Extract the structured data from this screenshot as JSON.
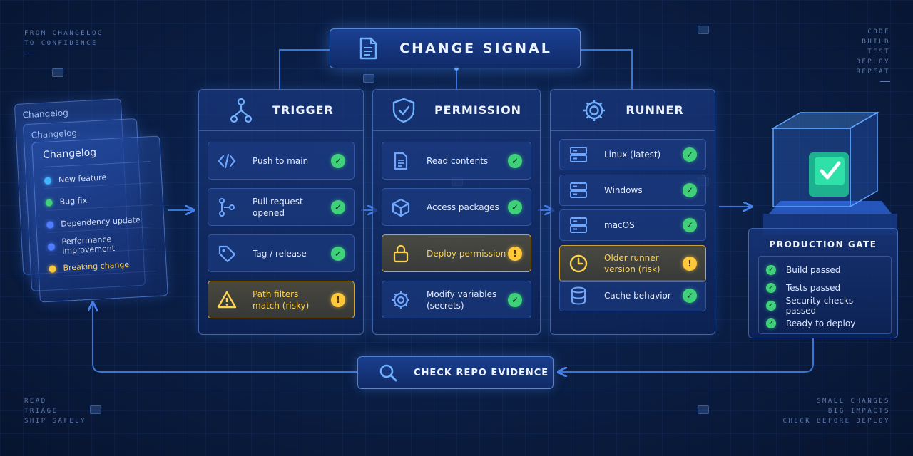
{
  "corners": {
    "top_left": [
      "FROM CHANGELOG",
      "TO CONFIDENCE"
    ],
    "top_right": [
      "CODE",
      "BUILD",
      "TEST",
      "DEPLOY",
      "REPEAT"
    ],
    "bottom_left": [
      "READ",
      "TRIAGE",
      "SHIP SAFELY"
    ],
    "bottom_right": [
      "SMALL CHANGES",
      "BIG IMPACTS",
      "CHECK BEFORE DEPLOY"
    ]
  },
  "changelog": {
    "back_title_1": "Changelog",
    "back_title_2": "Changelog",
    "title": "Changelog",
    "items": [
      {
        "label": "New feature",
        "color": "#3fb6ff"
      },
      {
        "label": "Bug fix",
        "color": "#3fd07a"
      },
      {
        "label": "Dependency update",
        "color": "#4f7dff"
      },
      {
        "label": "Performance improvement",
        "color": "#4f7dff"
      },
      {
        "label": "Breaking change",
        "color": "#ffc83a"
      }
    ]
  },
  "signal": {
    "title": "CHANGE SIGNAL",
    "icon": "document-icon"
  },
  "columns": {
    "trigger": {
      "title": "TRIGGER",
      "icon": "git-branch-icon",
      "rows": [
        {
          "label": "Push to main",
          "icon": "code-icon",
          "status": "ok"
        },
        {
          "label": "Pull request\nopened",
          "icon": "pull-request-icon",
          "status": "ok"
        },
        {
          "label": "Tag / release",
          "icon": "tag-icon",
          "status": "ok"
        },
        {
          "label": "Path filters\nmatch (risky)",
          "icon": "warning-icon",
          "status": "warn"
        }
      ]
    },
    "permission": {
      "title": "PERMISSION",
      "icon": "shield-icon",
      "rows": [
        {
          "label": "Read contents",
          "icon": "document-icon",
          "status": "ok"
        },
        {
          "label": "Access packages",
          "icon": "package-icon",
          "status": "ok"
        },
        {
          "label": "Deploy permission",
          "icon": "lock-icon",
          "status": "warn"
        },
        {
          "label": "Modify variables\n(secrets)",
          "icon": "gear-icon",
          "status": "ok"
        }
      ]
    },
    "runner": {
      "title": "RUNNER",
      "icon": "gear-icon",
      "rows": [
        {
          "label": "Linux (latest)",
          "icon": "server-icon",
          "status": "ok"
        },
        {
          "label": "Windows",
          "icon": "server-icon",
          "status": "ok"
        },
        {
          "label": "macOS",
          "icon": "server-icon",
          "status": "ok"
        },
        {
          "label": "Older runner\nversion (risk)",
          "icon": "clock-icon",
          "status": "warn"
        },
        {
          "label": "Cache behavior",
          "icon": "database-icon",
          "status": "ok"
        }
      ]
    }
  },
  "gate": {
    "title": "PRODUCTION GATE",
    "items": [
      "Build passed",
      "Tests passed",
      "Security checks passed",
      "Ready to deploy"
    ]
  },
  "evidence": {
    "label": "CHECK REPO EVIDENCE",
    "icon": "search-icon"
  },
  "colors": {
    "accent": "#4f8dff",
    "ok": "#3fd07a",
    "warn": "#ffc83a"
  }
}
